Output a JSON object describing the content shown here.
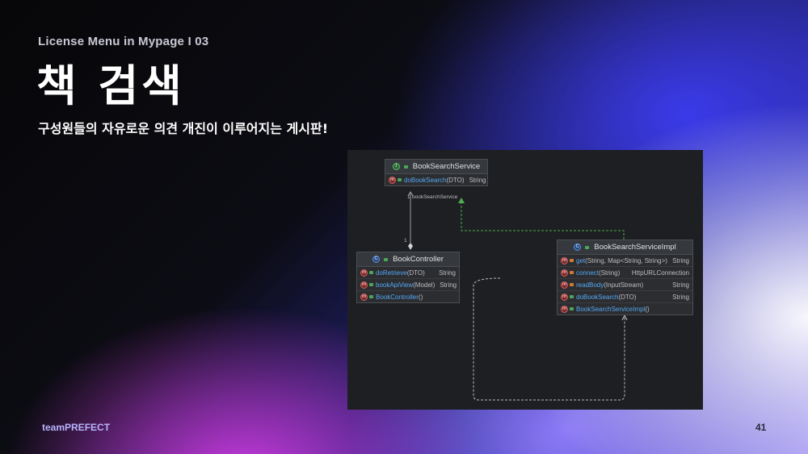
{
  "header": {
    "section_label": "License Menu in Mypage I 03",
    "title": "책 검색",
    "description": "구성원들의 자유로운 의견 개진이 이루어지는 게시판!"
  },
  "footer": {
    "brand": "teamPREFECT",
    "page_number": "41"
  },
  "diagram": {
    "interface": {
      "badge": "I",
      "name": "BookSearchService",
      "methods": [
        {
          "badge": "m",
          "name": "doBookSearch",
          "args": "(DTO)",
          "type": "String"
        }
      ]
    },
    "controller": {
      "badge": "C",
      "name": "BookController",
      "methods": [
        {
          "badge": "m",
          "name": "doRetrieve",
          "args": "(DTO)",
          "type": "String"
        },
        {
          "badge": "m",
          "name": "bookApiView",
          "args": "(Model)",
          "type": "String"
        },
        {
          "badge": "m",
          "name": "BookController",
          "args": "()",
          "type": ""
        }
      ]
    },
    "impl": {
      "badge": "C",
      "name": "BookSearchServiceImpl",
      "methods": [
        {
          "badge": "m",
          "name": "get",
          "args": "(String, Map<String, String>)",
          "type": "String",
          "private": true
        },
        {
          "badge": "m",
          "name": "connect",
          "args": "(String)",
          "type": "HttpURLConnection",
          "private": true
        },
        {
          "badge": "m",
          "name": "readBody",
          "args": "(InputStream)",
          "type": "String",
          "private": true
        },
        {
          "badge": "m",
          "name": "doBookSearch",
          "args": "(DTO)",
          "type": "String"
        },
        {
          "badge": "m",
          "name": "BookSearchServiceImpl",
          "args": "()",
          "type": ""
        }
      ]
    },
    "association": {
      "label": "bookSearchService",
      "multiplicity_top": "1",
      "multiplicity_bottom": "1"
    }
  }
}
